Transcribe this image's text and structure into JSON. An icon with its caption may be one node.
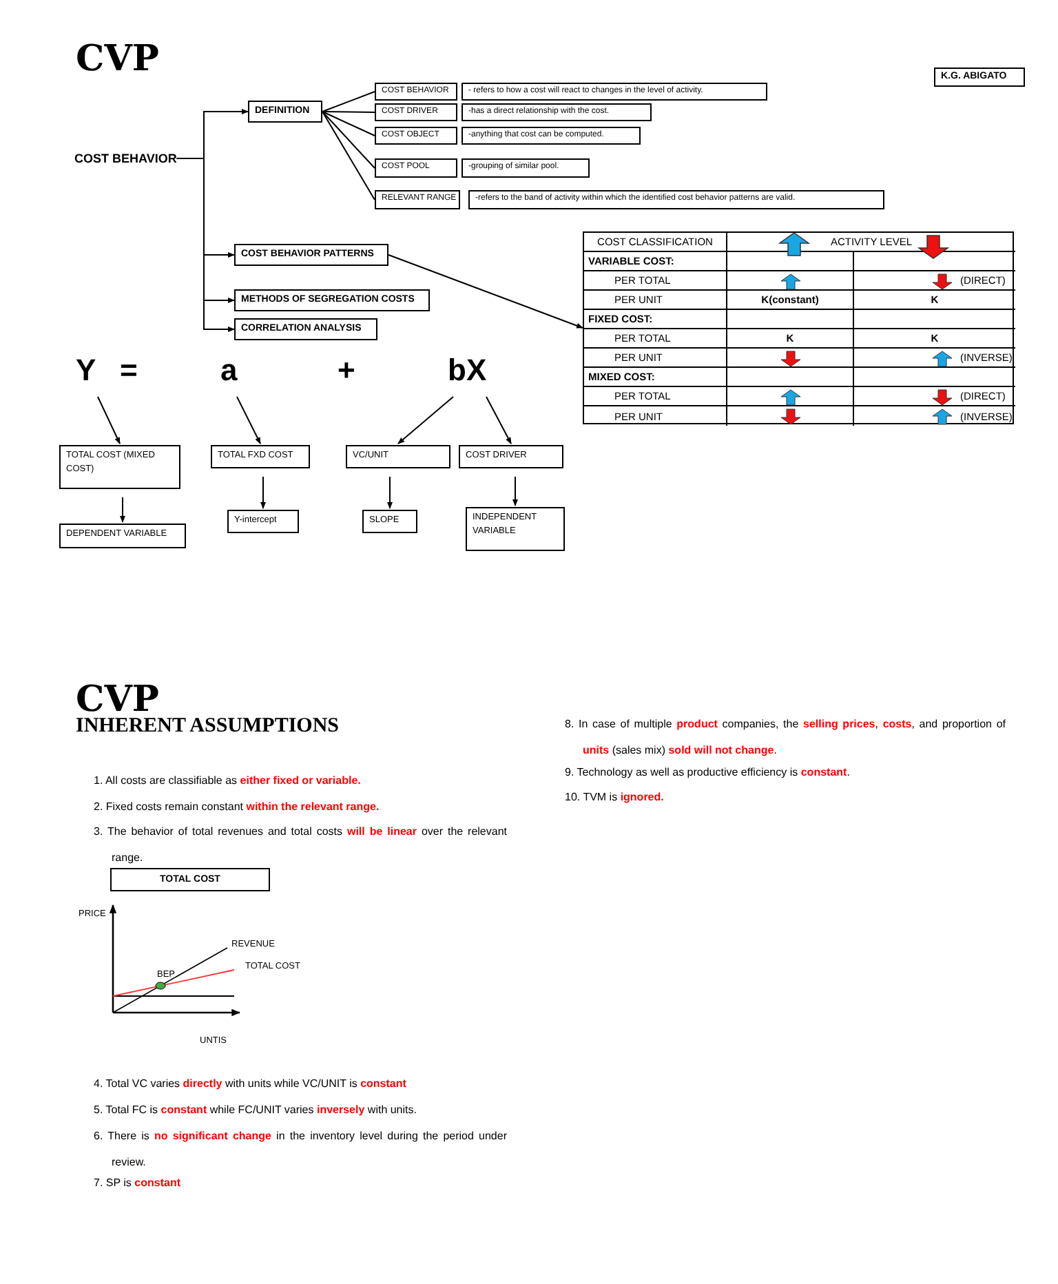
{
  "diagram": {
    "title": "CVP",
    "nodes": [
      {
        "text": [
          "COST BEHAVIOR"
        ]
      },
      {
        "text": [
          "DEFINITION"
        ]
      },
      {
        "text": [
          "COST BEHAVIOR"
        ]
      },
      {
        "text": [
          "- refers to how a cost will react to changes in the level of activity."
        ]
      },
      {
        "text": [
          "COST DRIVER"
        ]
      },
      {
        "text": [
          "-has a direct relationship with the cost."
        ]
      },
      {
        "text": [
          "COST OBJECT"
        ]
      },
      {
        "text": [
          "-anything that cost can be computed."
        ]
      },
      {
        "text": [
          "COST POOL"
        ]
      },
      {
        "text": [
          "-grouping of similar pool."
        ]
      },
      {
        "text": [
          "RELEVANT RANGE"
        ]
      },
      {
        "text": [
          "-refers to the band of activity within which the identified cost behavior patterns are valid."
        ]
      },
      {
        "text": [
          "COST BEHAVIOR PATTERNS"
        ]
      },
      {
        "text": [
          "METHODS OF SEGREGATION COSTS"
        ]
      },
      {
        "text": [
          "CORRELATION ANALYSIS"
        ]
      },
      {
        "text": [],
        "shape": "table"
      },
      {
        "text": [
          "K.G. ABIGATO"
        ]
      },
      {
        "text": [
          "Y"
        ]
      },
      {
        "text": [
          "a"
        ]
      },
      {
        "text": [
          "bX"
        ]
      },
      {
        "text": [
          "TOTAL COST (MIXED COST)"
        ]
      },
      {
        "text": [
          "TOTAL FXD COST"
        ]
      },
      {
        "text": [
          "VC/UNIT"
        ]
      },
      {
        "text": [
          "COST DRIVER"
        ]
      },
      {
        "text": [
          "DEPENDENT VARIABLE"
        ]
      },
      {
        "text": [
          "Y-intercept"
        ]
      },
      {
        "text": [
          "SLOPE"
        ]
      },
      {
        "text": [
          "INDEPENDENT VARIABLE"
        ]
      },
      {
        "text": [
          "TOTAL COST"
        ]
      }
    ],
    "edges": [
      {
        "from": 0,
        "to": 1,
        "arrow": "to"
      },
      {
        "from": 0,
        "to": 12,
        "arrow": "to"
      },
      {
        "from": 0,
        "to": 13,
        "arrow": "to"
      },
      {
        "from": 0,
        "to": 14,
        "arrow": "to"
      },
      {
        "from": 1,
        "to": 2,
        "arrow": "none"
      },
      {
        "from": 1,
        "to": 4,
        "arrow": "none"
      },
      {
        "from": 1,
        "to": 6,
        "arrow": "none"
      },
      {
        "from": 1,
        "to": 8,
        "arrow": "none"
      },
      {
        "from": 1,
        "to": 10,
        "arrow": "none"
      },
      {
        "from": 12,
        "to": 15,
        "arrow": "to"
      },
      {
        "from": 17,
        "to": 20,
        "arrow": "to"
      },
      {
        "from": 18,
        "to": 21,
        "arrow": "to"
      },
      {
        "from": 19,
        "to": 22,
        "arrow": "to"
      },
      {
        "from": 19,
        "to": 23,
        "arrow": "to"
      },
      {
        "from": 20,
        "to": 24,
        "arrow": "to"
      },
      {
        "from": 21,
        "to": 25,
        "arrow": "to"
      },
      {
        "from": 22,
        "to": 26,
        "arrow": "to"
      },
      {
        "from": 23,
        "to": 27,
        "arrow": "to"
      }
    ],
    "labels": [
      "COST CLASSIFICATION",
      "ACTIVITY LEVEL",
      "VARIABLE COST:",
      "PER TOTAL",
      "(DIRECT)",
      "PER UNIT",
      "K(constant)",
      "K",
      "FIXED COST:",
      "PER TOTAL",
      "K",
      "K",
      "PER UNIT",
      "(INVERSE)",
      "MIXED COST:",
      "PER TOTAL",
      "(DIRECT)",
      "PER UNIT",
      "(INVERSE)",
      "=",
      "+",
      "CVP",
      "INHERENT ASSUMPTIONS",
      "1. All costs are classifiable as **either fixed or variable.**",
      "2. Fixed costs remain constant **within the relevant range.**",
      "3. The behavior of total revenues and total costs **will be linear** over the relevant range.",
      "PRICE",
      "REVENUE",
      "TOTAL COST",
      "BEP",
      "UNTIS",
      "4. Total VC varies **directly** with units while VC/UNIT is **constant**",
      "5. Total FC is **constant** while FC/UNIT varies **inversely** with units.",
      "6. There is **no significant change** in the inventory level during the period under review.",
      "7. SP is **constant**",
      "8. In case of multiple **product** companies, the **selling prices**, **costs**, and proportion of **units** (sales mix) **sold will not change**.",
      "9. Technology as well as productive efficiency is **constant**.",
      "10. TVM is **ignored.**"
    ]
  }
}
